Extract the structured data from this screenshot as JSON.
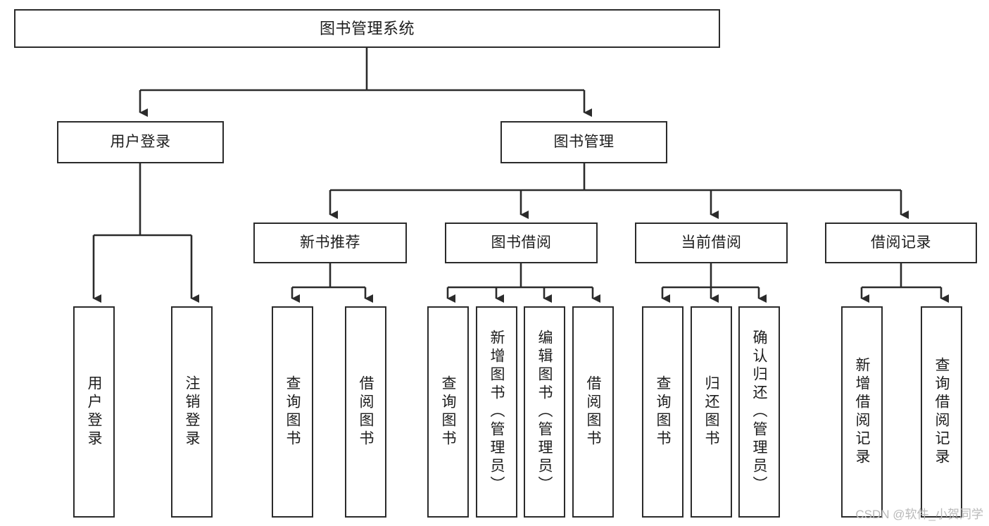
{
  "diagram": {
    "type": "tree-hierarchy",
    "title": "图书管理系统",
    "watermark": "CSDN @软件_小贺同学",
    "colors": {
      "box_border": "#2b2b2b",
      "box_fill": "#ffffff",
      "connector": "#2b2b2b",
      "text": "#1d1d1d",
      "watermark_text": "#b9b9b9",
      "background": "#ffffff"
    },
    "levels": [
      {
        "level": 1,
        "nodes": [
          {
            "id": "root",
            "label": "图书管理系统",
            "orientation": "horizontal"
          }
        ]
      },
      {
        "level": 2,
        "nodes": [
          {
            "id": "login",
            "label": "用户登录",
            "orientation": "horizontal",
            "parent": "root"
          },
          {
            "id": "bookmgmt",
            "label": "图书管理",
            "orientation": "horizontal",
            "parent": "root"
          }
        ]
      },
      {
        "level": 3,
        "nodes": [
          {
            "id": "newbook",
            "label": "新书推荐",
            "orientation": "horizontal",
            "parent": "bookmgmt"
          },
          {
            "id": "borrow",
            "label": "图书借阅",
            "orientation": "horizontal",
            "parent": "bookmgmt"
          },
          {
            "id": "current",
            "label": "当前借阅",
            "orientation": "horizontal",
            "parent": "bookmgmt"
          },
          {
            "id": "records",
            "label": "借阅记录",
            "orientation": "horizontal",
            "parent": "bookmgmt"
          }
        ]
      },
      {
        "level": 4,
        "nodes": [
          {
            "id": "leaf-login-1",
            "label": "用户登录",
            "orientation": "vertical",
            "parent": "login"
          },
          {
            "id": "leaf-login-2",
            "label": "注销登录",
            "orientation": "vertical",
            "parent": "login"
          },
          {
            "id": "leaf-newbook-1",
            "label": "查询图书",
            "orientation": "vertical",
            "parent": "newbook"
          },
          {
            "id": "leaf-newbook-2",
            "label": "借阅图书",
            "orientation": "vertical",
            "parent": "newbook"
          },
          {
            "id": "leaf-borrow-1",
            "label": "查询图书",
            "orientation": "vertical",
            "parent": "borrow"
          },
          {
            "id": "leaf-borrow-2",
            "label": "新增图书（管理员）",
            "orientation": "vertical",
            "parent": "borrow"
          },
          {
            "id": "leaf-borrow-3",
            "label": "编辑图书（管理员）",
            "orientation": "vertical",
            "parent": "borrow"
          },
          {
            "id": "leaf-borrow-4",
            "label": "借阅图书",
            "orientation": "vertical",
            "parent": "borrow"
          },
          {
            "id": "leaf-current-1",
            "label": "查询图书",
            "orientation": "vertical",
            "parent": "current"
          },
          {
            "id": "leaf-current-2",
            "label": "归还图书",
            "orientation": "vertical",
            "parent": "current"
          },
          {
            "id": "leaf-current-3",
            "label": "确认归还（管理员）",
            "orientation": "vertical",
            "parent": "current"
          },
          {
            "id": "leaf-records-1",
            "label": "新增借阅记录",
            "orientation": "vertical",
            "parent": "records"
          },
          {
            "id": "leaf-records-2",
            "label": "查询借阅记录",
            "orientation": "vertical",
            "parent": "records"
          }
        ]
      }
    ]
  }
}
